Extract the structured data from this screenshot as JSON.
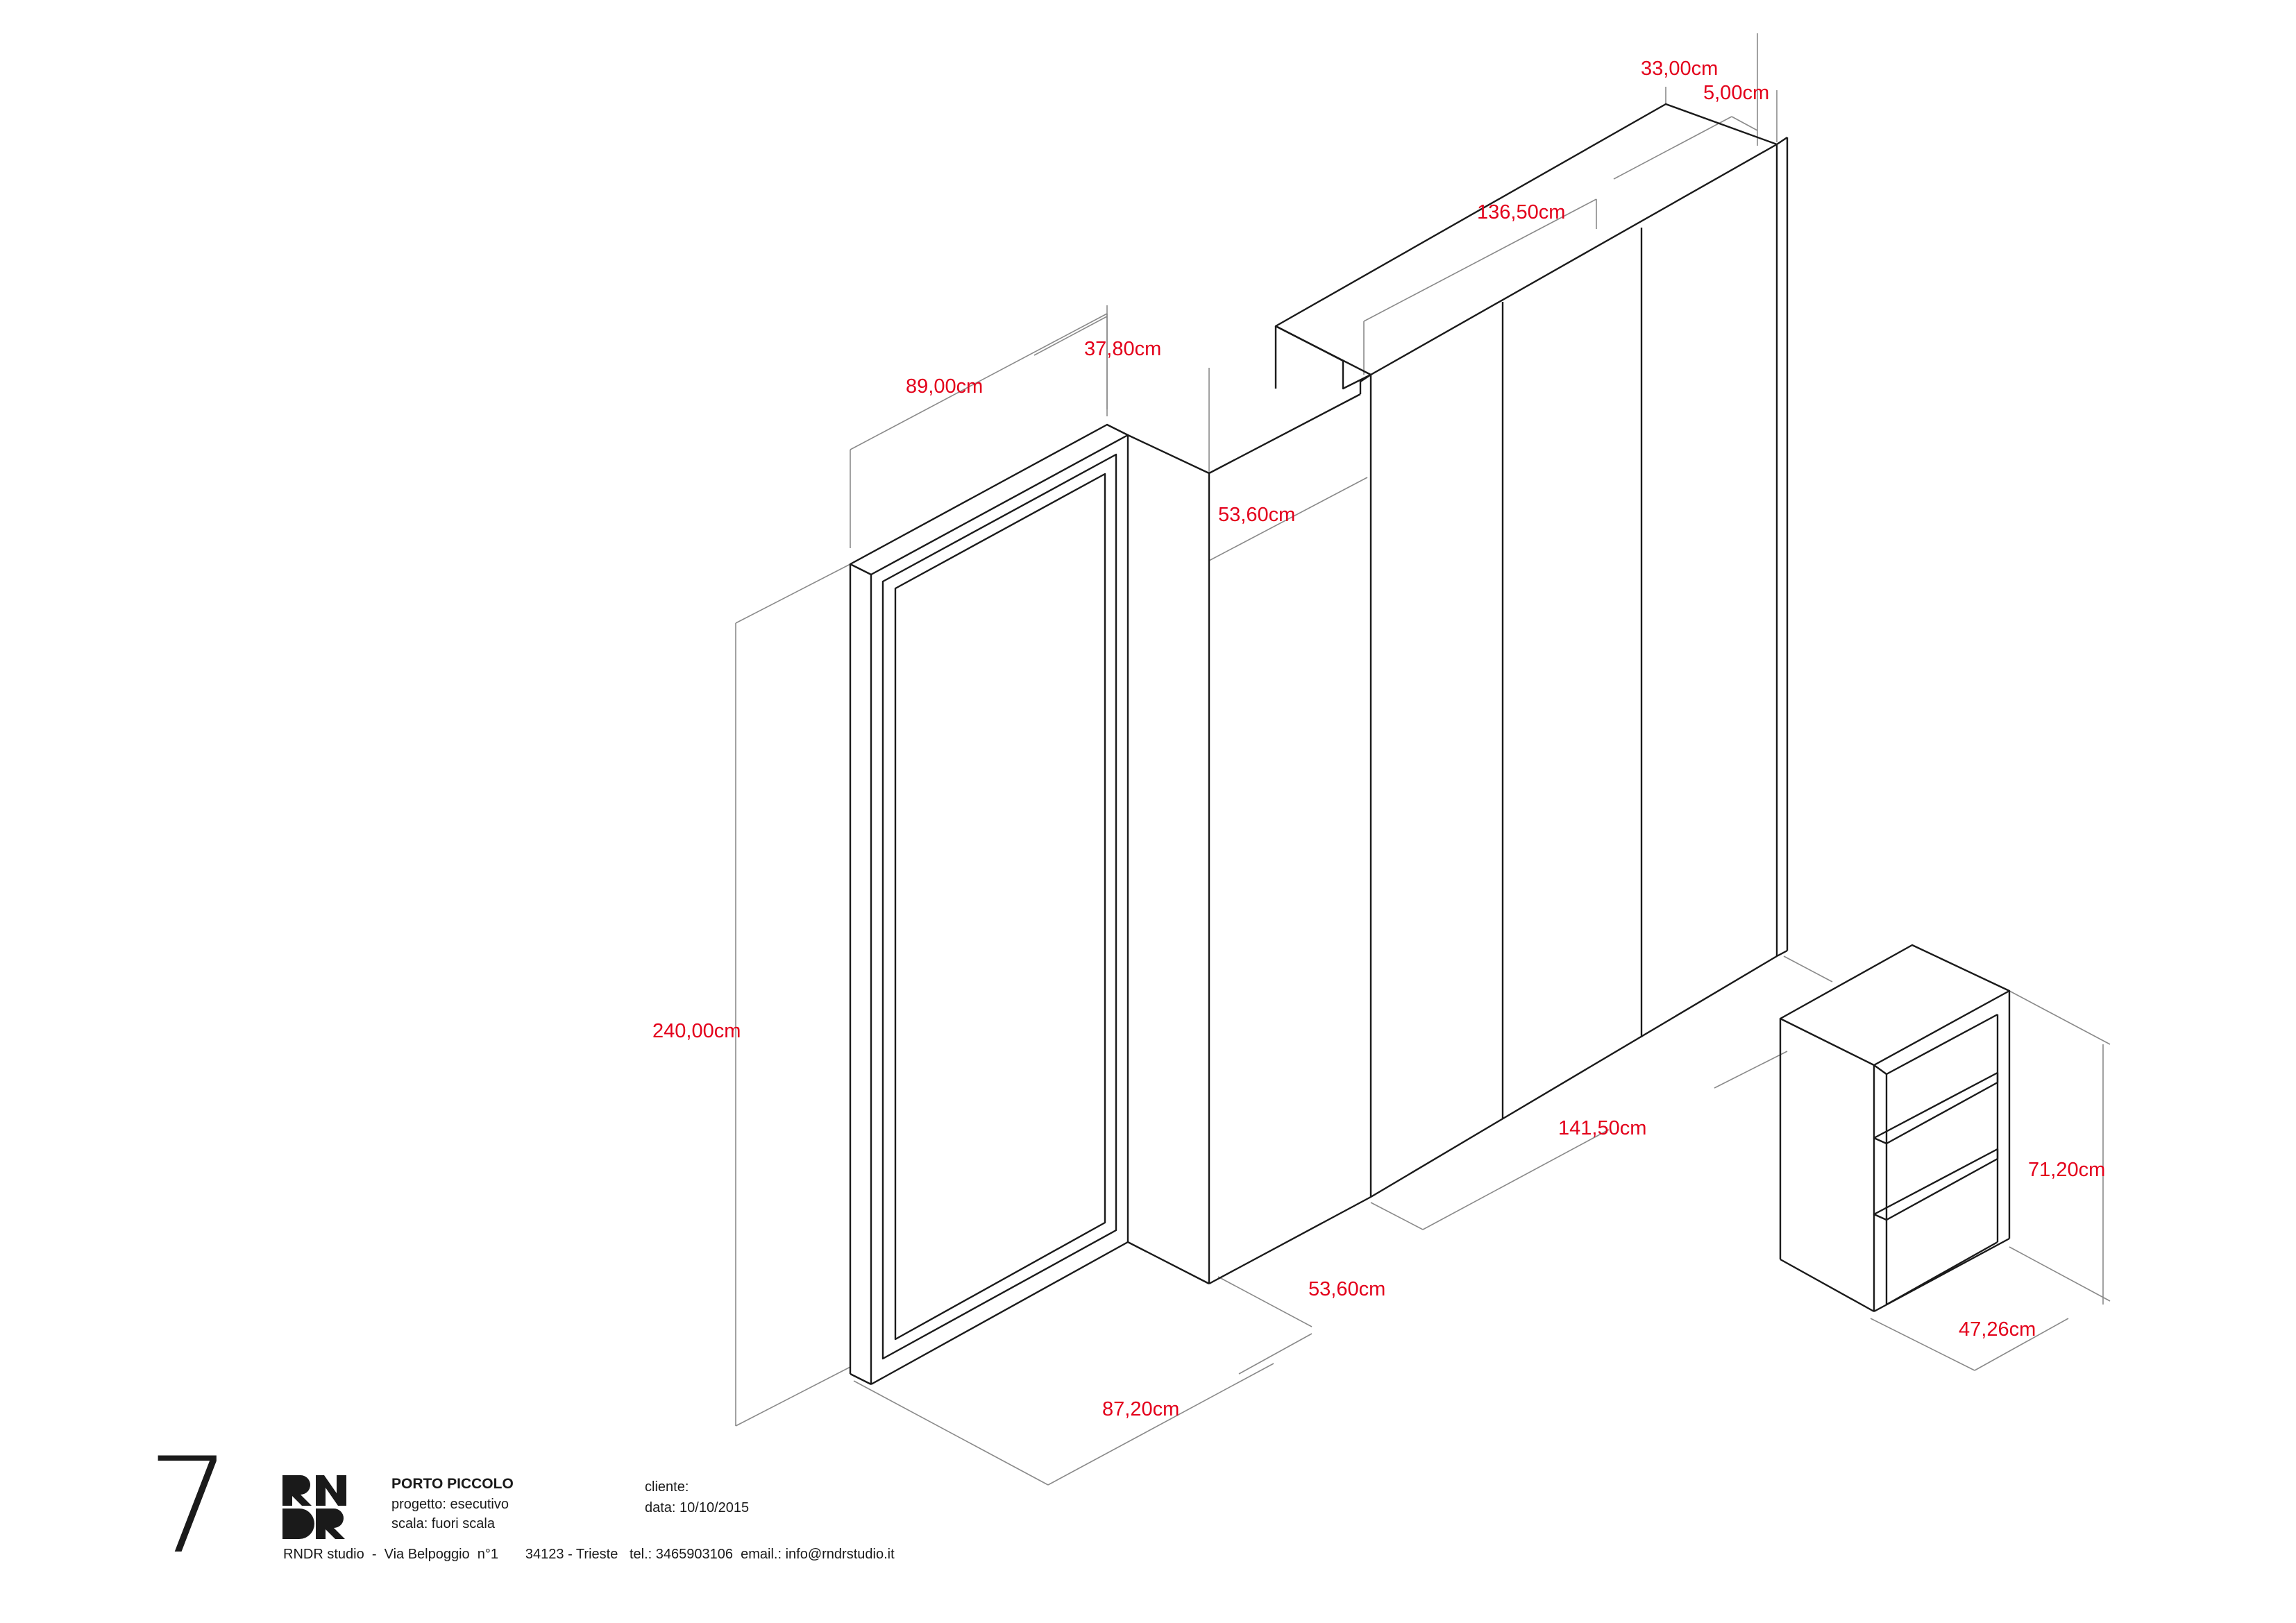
{
  "dimensions": {
    "top_depth_right": "33,00cm",
    "top_thickness": "5,00cm",
    "top_width": "136,50cm",
    "side_depth_left": "37,80cm",
    "mirror_width": "89,00cm",
    "middle_depth": "53,60cm",
    "height_total": "240,00cm",
    "base_width_right": "141,50cm",
    "base_depth_middle": "53,60cm",
    "base_width_left": "87,20cm",
    "shelf_height": "71,20cm",
    "shelf_width": "47,26cm"
  },
  "title_block": {
    "page_number": "7",
    "logo_text": "RNDR",
    "project_name": "PORTO PICCOLO",
    "project_phase": "progetto: esecutivo",
    "project_scale": "scala: fuori scala",
    "client_label": "cliente:",
    "date_label": "data: 10/10/2015",
    "studio_line": "RNDR studio  -  Via Belpoggio  n°1       34123 - Trieste   tel.: 3465903106  email.: info@rndrstudio.it"
  },
  "colors": {
    "dimension_text": "#e3001b",
    "line_ink": "#1a1a1a",
    "dimension_line": "#8a8a8a"
  }
}
